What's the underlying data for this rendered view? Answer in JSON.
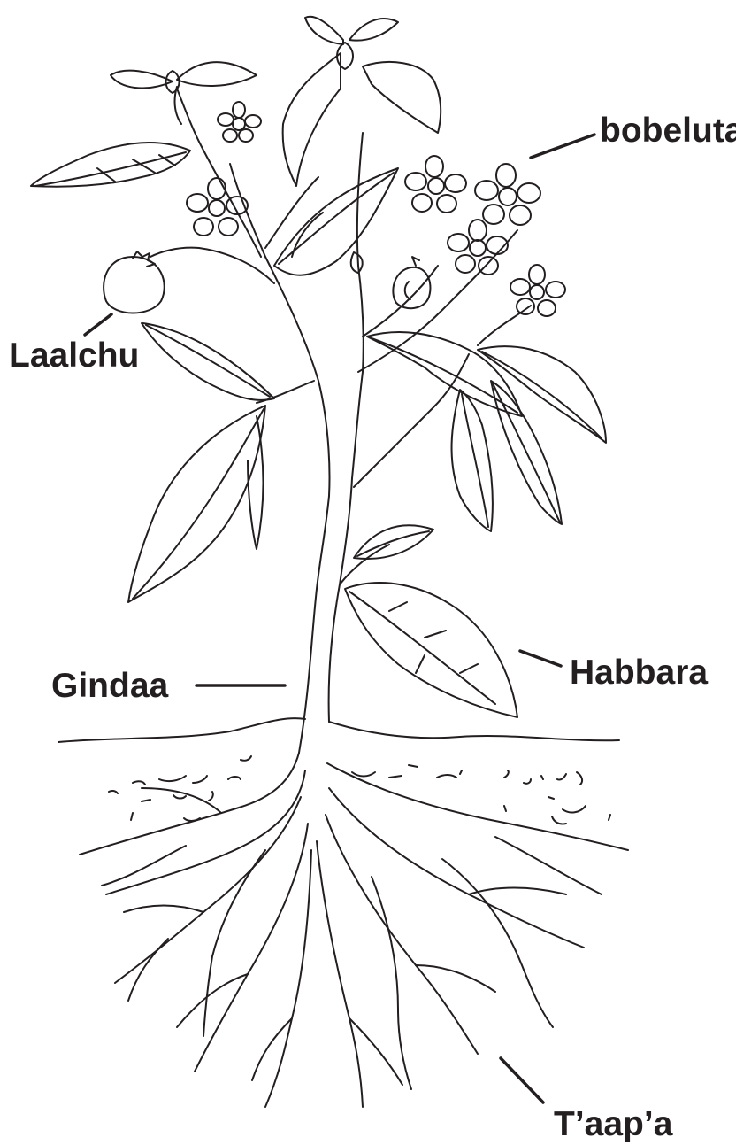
{
  "diagram": {
    "subject": "plant",
    "labels": {
      "flower": "bobeluta",
      "fruit": "Laalchu",
      "stem": "Gindaa",
      "leaf": "Habbara",
      "root": "T’aap’a"
    }
  }
}
